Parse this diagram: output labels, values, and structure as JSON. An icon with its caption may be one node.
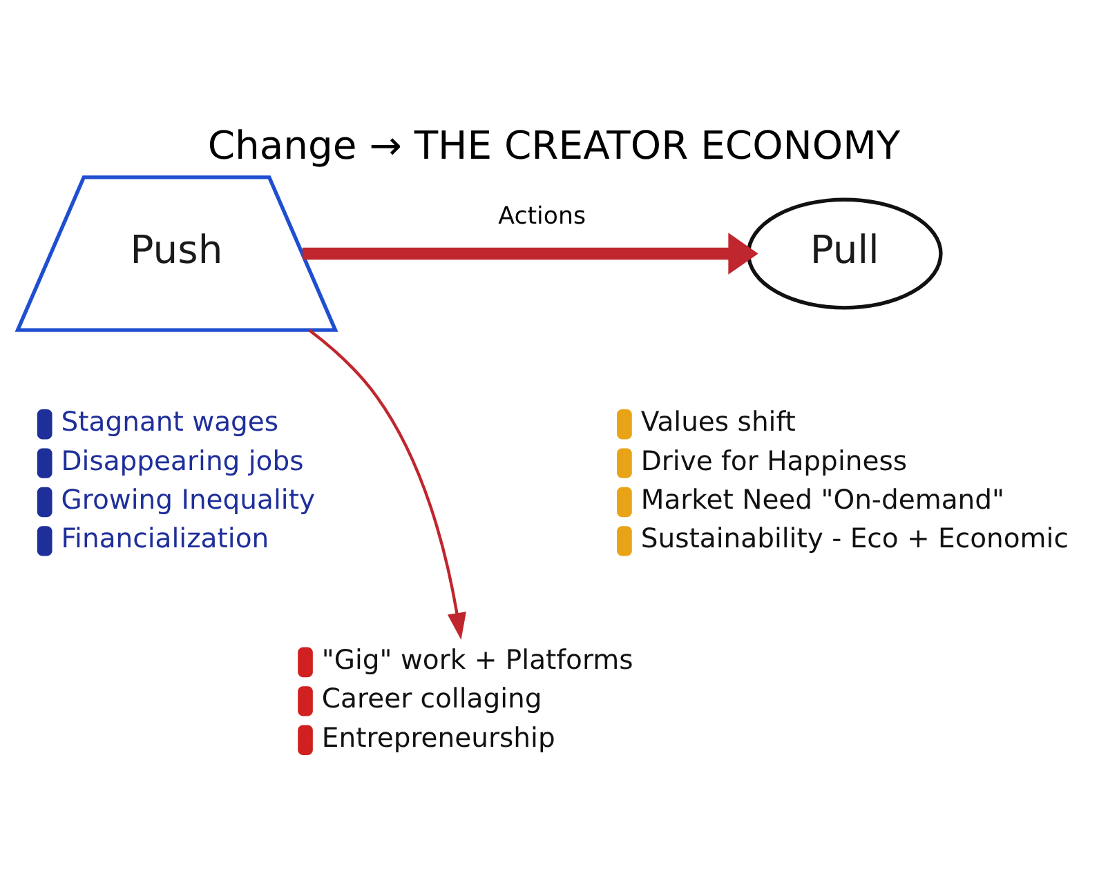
{
  "diagram": {
    "title": "Change → THE CREATOR ECONOMY",
    "nodes": [
      {
        "text": [
          "Push"
        ],
        "beside": [
          "Stagnant wages",
          "Disappearing jobs",
          "Growing Inequality",
          "Financialization"
        ]
      },
      {
        "text": [
          "Pull"
        ],
        "beside": [
          "Values shift",
          "Drive for Happiness",
          "Market Need \"On-demand\"",
          "Sustainability - Eco + Economic"
        ]
      },
      {
        "text": [
          "\"Gig\" work + Platforms",
          "Career collaging",
          "Entrepreneurship"
        ]
      }
    ],
    "edges": [
      {
        "from": 0,
        "to": 1,
        "arrow": "to",
        "label": "Actions",
        "style": "thick"
      },
      {
        "from": 0,
        "to": 2,
        "arrow": "to"
      }
    ]
  }
}
